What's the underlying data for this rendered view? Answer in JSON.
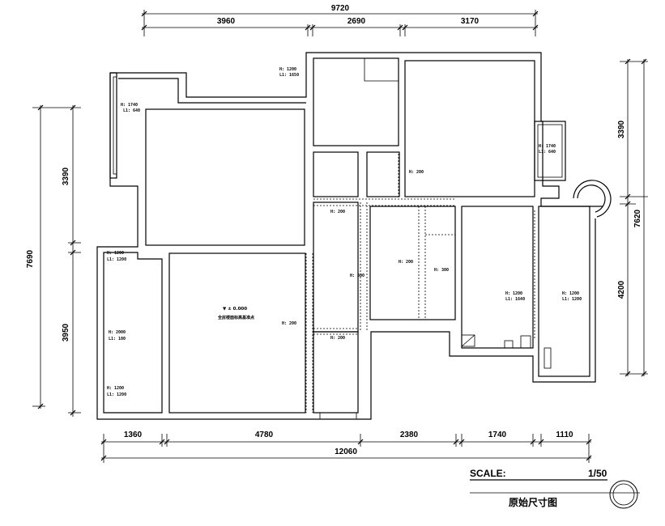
{
  "dimensions": {
    "top_total": "9720",
    "top_segments": [
      "3960",
      "2690",
      "3170"
    ],
    "bottom_segments": [
      "1360",
      "4780",
      "2380",
      "1740",
      "1110"
    ],
    "bottom_total": "12060",
    "left_total": "7690",
    "left_segments": [
      "3390",
      "3950"
    ],
    "right_total": "7620",
    "right_segments": [
      "3390",
      "4200"
    ]
  },
  "annotations": {
    "window_top_center": [
      "H: 1200",
      "L1: 1650"
    ],
    "window_left_top": [
      "H: 1740",
      "L1: 640"
    ],
    "window_right_top": [
      "H: 1740",
      "L1: 640"
    ],
    "beam_right_bedroom": "H: 200",
    "beam_hall_upper": "H: 200",
    "beam_kitchen": "H: 200",
    "beam_center": "H: 300",
    "beam_right": "H: 300",
    "window_left_mid": [
      "H: 1200",
      "L1: 1200"
    ],
    "window_left_center": [
      "H: 2000",
      "L1: 100"
    ],
    "window_left_bottom": [
      "H: 1200",
      "L1: 1200"
    ],
    "elevation_mark": "▼ ± 0.000",
    "elevation_note": "全房楼面标高基准点",
    "beam_living": "H: 200",
    "beam_lower_hall": "H: 200",
    "window_right_room": [
      "H: 1200",
      "L1: 1640"
    ],
    "window_far_right": [
      "H: 1200",
      "L1: 1200"
    ]
  },
  "footer": {
    "scale_label": "SCALE:",
    "scale_value": "1/50",
    "drawing_title": "原始尺寸图"
  }
}
